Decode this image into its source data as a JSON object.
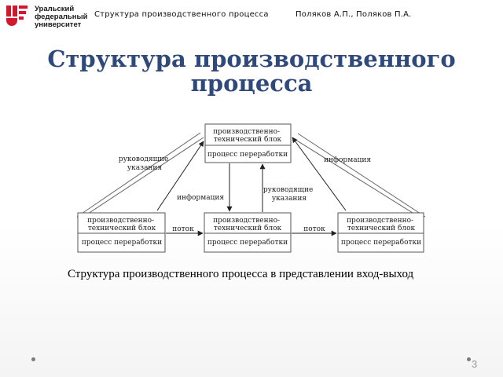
{
  "header": {
    "logo_lines": [
      "Уральский",
      "федеральный",
      "университет"
    ],
    "subject": "Структура производственного процесса",
    "authors": "Поляков А.П., Поляков П.А."
  },
  "title_lines": [
    "Структура производственного",
    "процесса"
  ],
  "diagram": {
    "blocks": {
      "top": {
        "upper": "производственно-технический блок",
        "lower": "процесс переработки"
      },
      "left": {
        "upper": "производственно-технический блок",
        "lower": "процесс переработки"
      },
      "middle": {
        "upper": "производственно-технический блок",
        "lower": "процесс переработки"
      },
      "right": {
        "upper": "производственно-технический блок",
        "lower": "процесс переработки"
      }
    },
    "labels": {
      "guiding_left": [
        "руководящие",
        "указания"
      ],
      "info_right": "информация",
      "info_center": "информация",
      "guiding_center": [
        "руководящие",
        "указания"
      ],
      "flow_left": "поток",
      "flow_right": "поток"
    }
  },
  "caption": "Структура производственного процесса в представлении вход-выход",
  "page_number": "3",
  "colors": {
    "title": "#2f4a7a",
    "logo_red": "#d3182e",
    "block_border": "#555555"
  }
}
